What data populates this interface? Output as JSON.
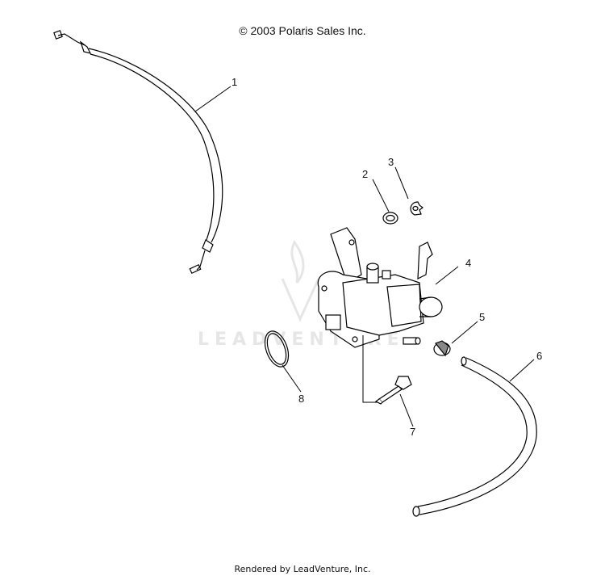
{
  "header": {
    "copyright": "© 2003 Polaris Sales Inc."
  },
  "footer": {
    "rendered_by": "Rendered by LeadVenture, Inc."
  },
  "watermark": {
    "text": "LEADVENTURE"
  },
  "callouts": [
    "1",
    "2",
    "3",
    "4",
    "5",
    "6",
    "7",
    "8"
  ]
}
